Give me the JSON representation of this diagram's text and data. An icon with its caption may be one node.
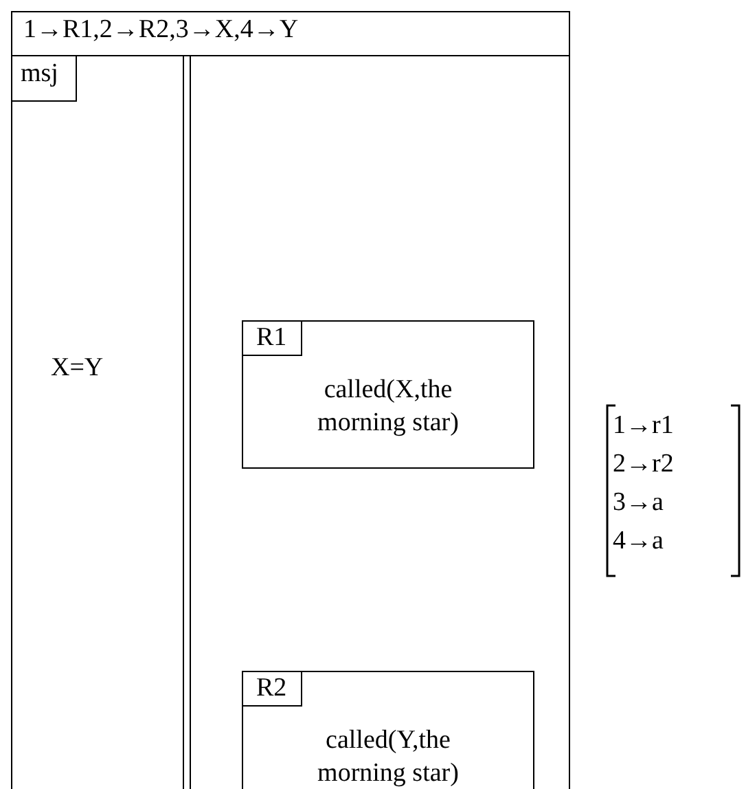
{
  "diagram": {
    "nodes": [
      {
        "text": [
          "1→R1,2→R2,3→X,4→Y"
        ]
      },
      {
        "text": [
          "msj"
        ],
        "in": 0
      },
      {
        "text": [
          "R1",
          "called(X,the morning star)"
        ],
        "in": 0
      },
      {
        "text": [
          "R2",
          "called(Y,the morning star)"
        ],
        "in": 0
      }
    ],
    "edges": [],
    "labels": [
      "X=Y",
      "1→r1",
      "2→r2",
      "3→a",
      "4→a"
    ]
  }
}
